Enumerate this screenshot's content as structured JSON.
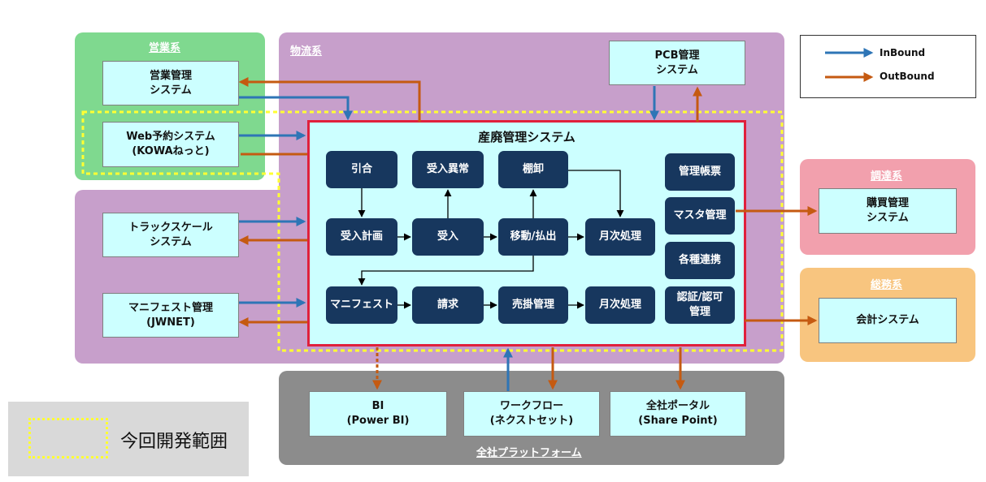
{
  "groups": {
    "sales": "営業系",
    "logistics": "物流系",
    "procurement": "調達系",
    "general_affairs": "総務系",
    "platform": "全社プラットフォーム"
  },
  "systems": {
    "sales_mgmt": "営業管理\nシステム",
    "web_reservation": "Web予約システム\n(KOWAねっと)",
    "truck_scale": "トラックスケール\nシステム",
    "manifest_mgmt": "マニフェスト管理\n(JWNET)",
    "pcb_mgmt": "PCB管理\nシステム",
    "purchase_mgmt": "購買管理\nシステム",
    "accounting": "会計システム",
    "bi": "BI\n(Power BI)",
    "workflow": "ワークフロー\n(ネクストセット)",
    "portal": "全社ポータル\n(Share Point)"
  },
  "core": {
    "title": "産廃管理システム",
    "modules": {
      "inquiry": "引合",
      "receipt_exception": "受入異常",
      "inventory": "棚卸",
      "reports": "管理帳票",
      "receipt_plan": "受入計画",
      "receipt": "受入",
      "move_payout": "移動/払出",
      "monthly_1": "月次処理",
      "master_mgmt": "マスタ管理",
      "integrations": "各種連携",
      "manifest": "マニフェスト",
      "billing": "請求",
      "receivables": "売掛管理",
      "monthly_2": "月次処理",
      "auth": "認証/認可\n管理"
    }
  },
  "legend": {
    "inbound": "InBound",
    "outbound": "OutBound",
    "scope": "今回開発範囲"
  },
  "colors": {
    "inbound": "#2e75b6",
    "outbound": "#c55a11",
    "scope_border": "#ffff33",
    "core_border": "#e0203c",
    "module_bg": "#17375e",
    "sales_bg": "#7fd98f",
    "logistics_bg": "#c79fcb",
    "procurement_bg": "#f2a0ad",
    "general_bg": "#f8c57f",
    "platform_bg": "#8c8c8c"
  }
}
